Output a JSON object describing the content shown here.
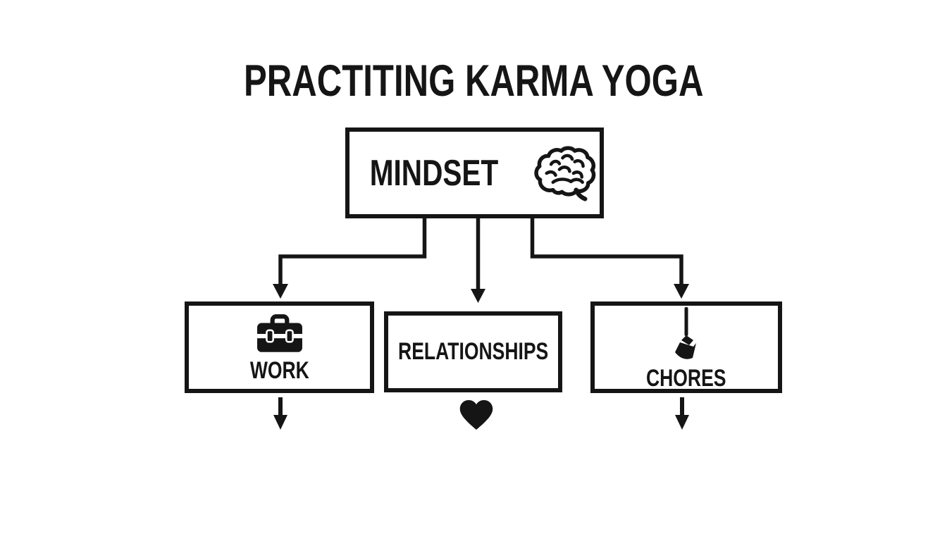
{
  "page": {
    "background": "#ffffff",
    "ink": "#151515"
  },
  "title": "PRACTITING KARMA YOGA",
  "root_node": {
    "label": "MINDSET",
    "icon": "brain-icon"
  },
  "child_nodes": [
    {
      "id": "work",
      "label": "WORK",
      "icon": "briefcase-icon",
      "below_marker": "down-arrow-icon"
    },
    {
      "id": "relationships",
      "label": "RELATIONSHIPS",
      "icon": null,
      "below_marker": "heart-icon"
    },
    {
      "id": "chores",
      "label": "CHORES",
      "icon": "broom-icon",
      "below_marker": "down-arrow-icon"
    }
  ]
}
